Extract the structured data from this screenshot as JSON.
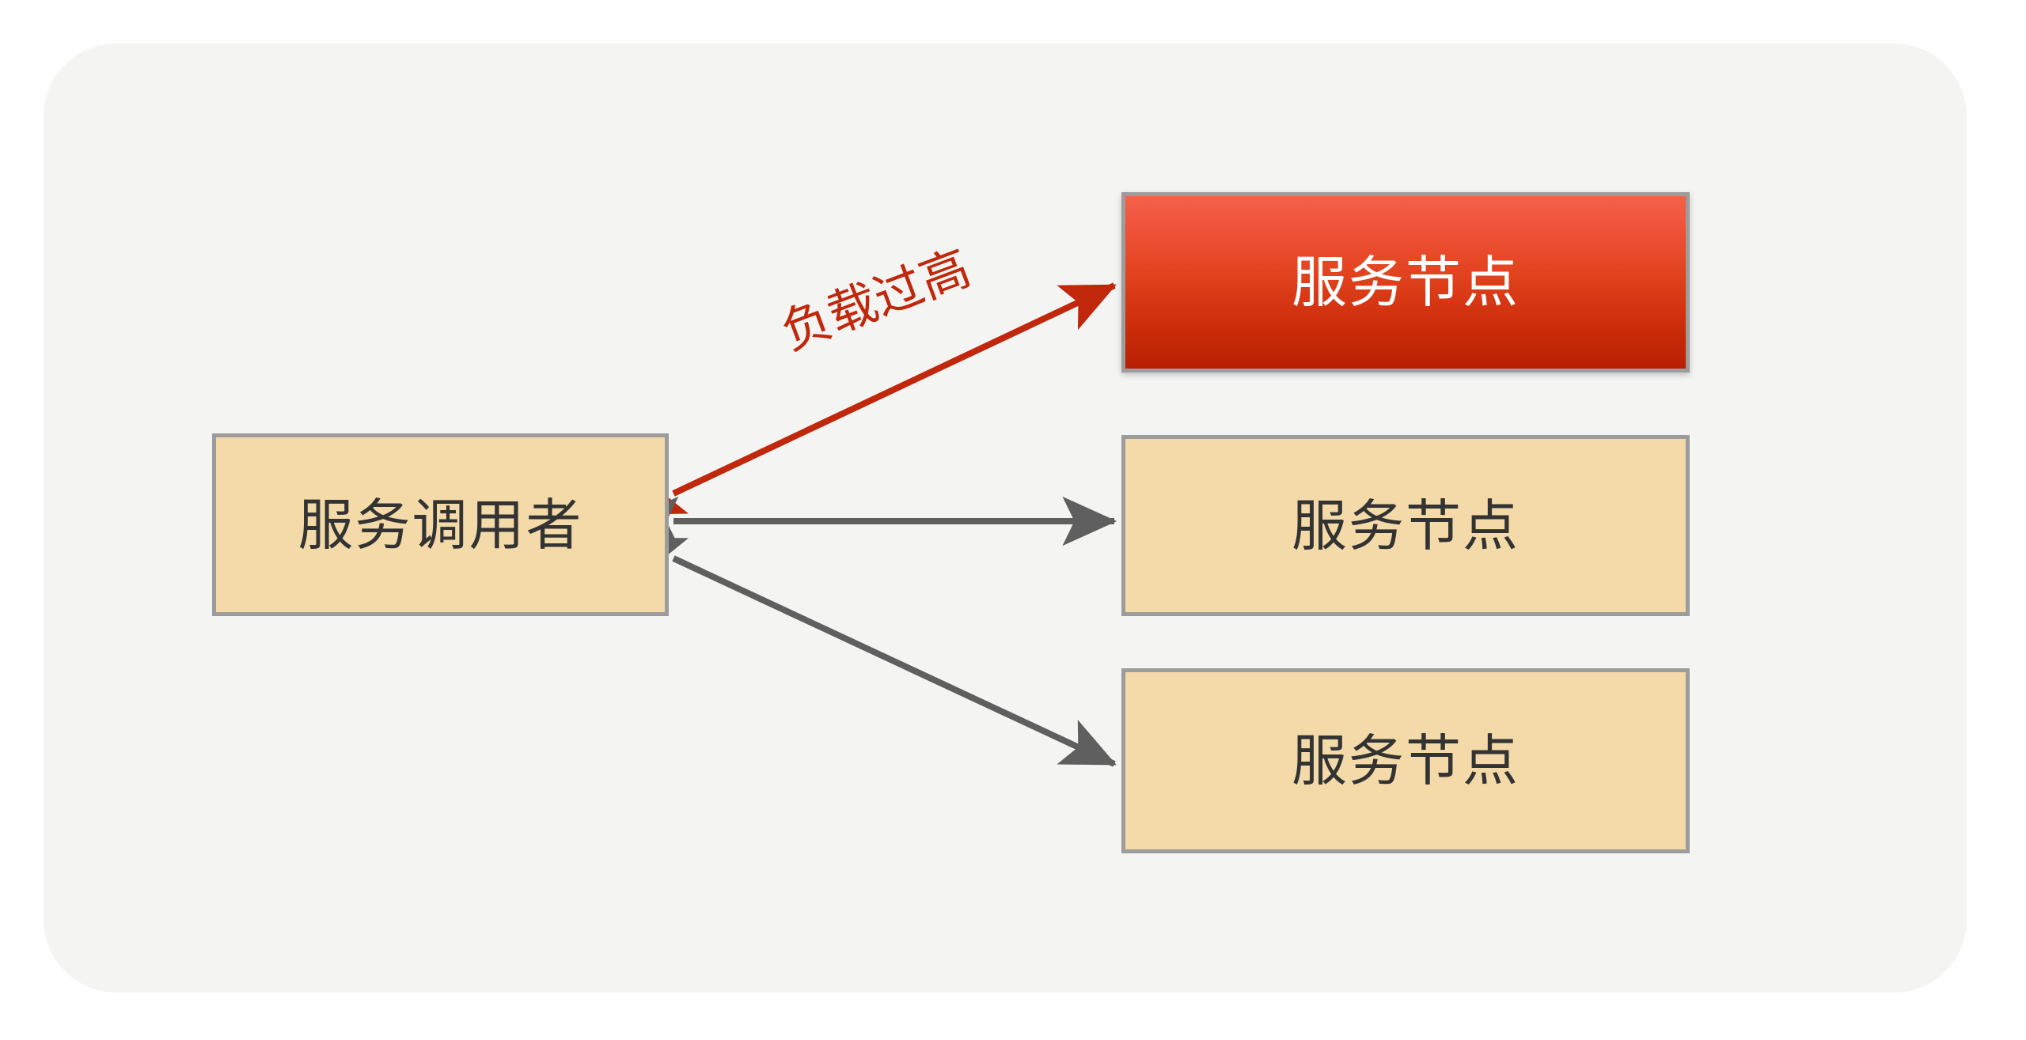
{
  "canvas": {
    "background_color": "#ffffff",
    "panel_color": "#f4f4f2",
    "panel_corner_radius": "92px"
  },
  "nodes": [
    {
      "id": "hot-node",
      "label": "服务节点",
      "role": "overloaded-service-node",
      "fill_top": "#f4614a",
      "fill_bottom": "#b71f01",
      "border_color": "#9c9c9c",
      "text_color": "#ffffff"
    },
    {
      "id": "caller",
      "label": "服务调用者",
      "role": "service-caller",
      "fill": "#f3daa8",
      "border_color": "#9c9c9c",
      "text_color": "#333333"
    },
    {
      "id": "normal-node-1",
      "label": "服务节点",
      "role": "service-node",
      "fill": "#f3daa8",
      "border_color": "#9c9c9c",
      "text_color": "#333333"
    },
    {
      "id": "normal-node-2",
      "label": "服务节点",
      "role": "service-node",
      "fill": "#f3daa8",
      "border_color": "#9c9c9c",
      "text_color": "#333333"
    }
  ],
  "edges": [
    {
      "id": "edge-overload",
      "from": "caller",
      "to": "hot-node",
      "label": "负载过高",
      "color": "#c0270b",
      "bidirectional": true
    },
    {
      "id": "edge-normal-1",
      "from": "caller",
      "to": "normal-node-1",
      "label": "",
      "color": "#5f5f5f",
      "bidirectional": true
    },
    {
      "id": "edge-normal-2",
      "from": "caller",
      "to": "normal-node-2",
      "label": "",
      "color": "#5f5f5f",
      "bidirectional": true
    }
  ]
}
